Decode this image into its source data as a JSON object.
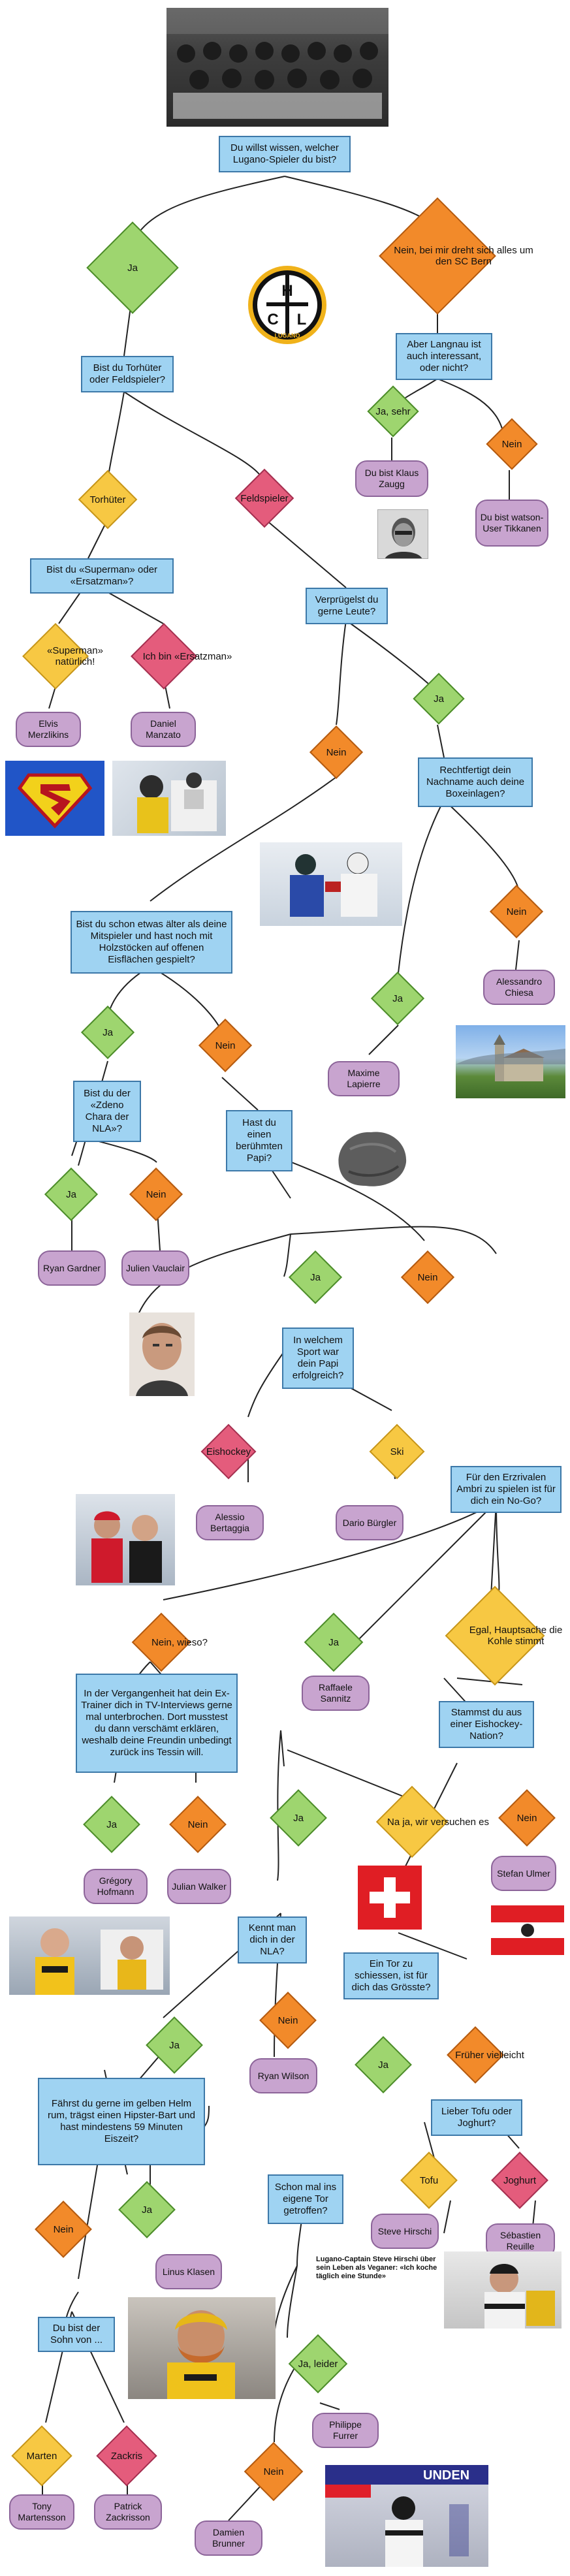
{
  "questions": {
    "q_start": "Du willst wissen, welcher Lugano-Spieler du bist?",
    "q_langnau": "Aber Langnau ist auch interessant, oder nicht?",
    "q_goalie": "Bist du Torhüter oder Feldspieler?",
    "q_superman": "Bist du «Superman» oder «Ersatzman»?",
    "q_fight": "Verprügelst du gerne Leute?",
    "q_name": "Rechtfertigt dein Nachname auch deine Boxeinlagen?",
    "q_older": "Bist du schon etwas älter als deine Mitspieler und hast noch mit Holzstöcken auf offenen Eisflächen gespielt?",
    "q_zdeno": "Bist du der «Zdeno Chara der NLA»?",
    "q_papi": "Hast du einen berühmten Papi?",
    "q_sport": "In welchem Sport war dein Papi erfolgreich?",
    "q_ambri": "Für den Erzrivalen Ambri zu spielen ist für dich ein No-Go?",
    "q_extrainer": "In der Vergangenheit hat dein Ex-Trainer dich in TV-Interviews gerne mal unterbrochen. Dort musstest du dann verschämt erklären, weshalb deine Freundin unbedingt zurück ins Tessin will.",
    "q_nation": "Stammst du aus einer Eishockey-Nation?",
    "q_nla": "Kennt man dich in der NLA?",
    "q_goal": "Ein Tor zu schiessen, ist für dich das Grösste?",
    "q_helmet": "Fährst du gerne im gelben Helm rum, trägst einen Hipster-Bart und hast mindestens 59 Minuten Eiszeit?",
    "q_tofu": "Lieber Tofu oder Joghurt?",
    "q_owngoal": "Schon mal ins eigene Tor getroffen?",
    "q_son": "Du bist der Sohn von ..."
  },
  "answers": {
    "a_ja_start": "Ja",
    "a_bern": "Nein, bei mir dreht sich alles um den SC Bern",
    "a_ja_sehr": "Ja, sehr",
    "a_nein_langnau": "Nein",
    "a_torhueter": "Torhüter",
    "a_feldspieler": "Feldspieler",
    "a_superman": "«Superman» natürlich!",
    "a_ersatzman": "Ich bin «Ersatzman»",
    "a_ja_fight": "Ja",
    "a_nein_fight": "Nein",
    "a_ja_name": "Ja",
    "a_nein_name": "Nein",
    "a_ja_older": "Ja",
    "a_nein_older": "Nein",
    "a_ja_zdeno": "Ja",
    "a_nein_zdeno": "Nein",
    "a_ja_papi": "Ja",
    "a_nein_papi": "Nein",
    "a_eishockey": "Eishockey",
    "a_ski": "Ski",
    "a_nein_wieso": "Nein, wieso?",
    "a_ja_ambri": "Ja",
    "a_egal": "Egal, Hauptsache die Kohle stimmt",
    "a_ja_extrainer": "Ja",
    "a_nein_extrainer": "Nein",
    "a_ja_nation": "Ja",
    "a_naja": "Na ja, wir versuchen es",
    "a_nein_nation": "Nein",
    "a_ja_nla": "Ja",
    "a_nein_nla": "Nein",
    "a_ja_goal": "Ja",
    "a_frueher": "Früher vielleicht",
    "a_nein_helmet": "Nein",
    "a_ja_helmet": "Ja",
    "a_tofu": "Tofu",
    "a_joghurt": "Joghurt",
    "a_ja_leider": "Ja, leider",
    "a_nein_owngoal": "Nein",
    "a_marten": "Marten",
    "a_zackris": "Zackris"
  },
  "results": {
    "r_zaugg": "Du bist Klaus Zaugg",
    "r_tikkanen": "Du bist watson-User Tikkanen",
    "r_elvis": "Elvis Merzlikins",
    "r_manzato": "Daniel Manzato",
    "r_lapierre": "Maxime Lapierre",
    "r_chiesa": "Alessandro Chiesa",
    "r_gardner": "Ryan Gardner",
    "r_vauclair": "Julien Vauclair",
    "r_bertaggia": "Alessio Bertaggia",
    "r_buergler": "Dario Bürgler",
    "r_sannitz": "Raffaele Sannitz",
    "r_hofmann": "Grégory Hofmann",
    "r_walker": "Julian Walker",
    "r_ulmer": "Stefan Ulmer",
    "r_wilson": "Ryan Wilson",
    "r_klasen": "Linus Klasen",
    "r_hirschi": "Steve Hirschi",
    "r_reuille": "Sébastien Reuille",
    "r_furrer": "Philippe Furrer",
    "r_martensson": "Tony Martensson",
    "r_zackrisson": "Patrick Zackrisson",
    "r_brunner": "Damien Brunner"
  },
  "logo": {
    "letters": [
      "H",
      "C",
      "L"
    ],
    "word": "LUGANO"
  },
  "caption_hirschi": "Lugano-Captain Steve Hirschi über sein Leben als Veganer: «Ich koche täglich eine Stunde»",
  "banner_text": "UNDEN",
  "colors": {
    "question": "#9fd3f2",
    "ja": "#9ed56f",
    "nein": "#f28a2a",
    "alt": "#e45c7c",
    "gold": "#f7c843",
    "result": "#c8a4cf"
  }
}
